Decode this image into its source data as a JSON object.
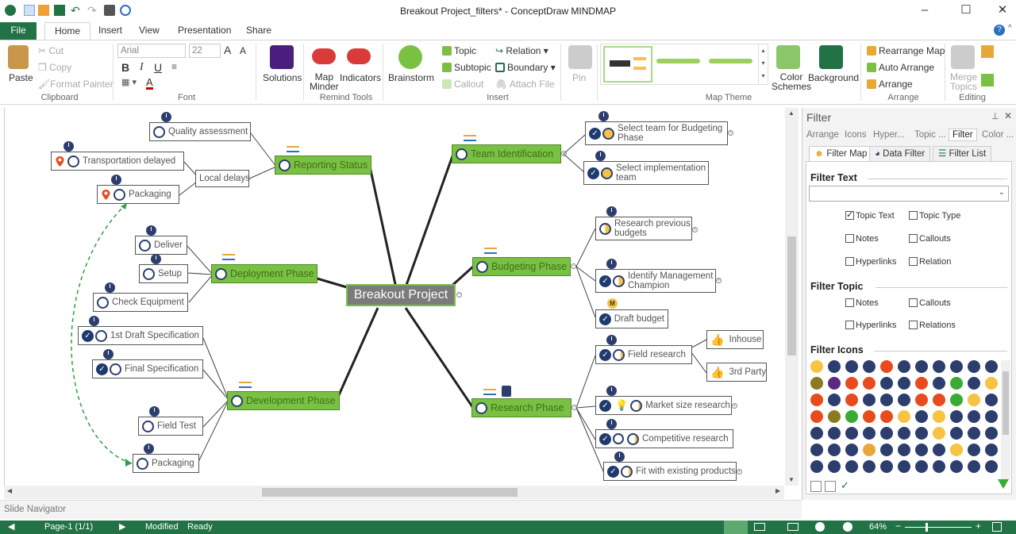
{
  "window": {
    "title": "Breakout Project_filters* - ConceptDraw MINDMAP"
  },
  "tabs": [
    "File",
    "Home",
    "Insert",
    "View",
    "Presentation",
    "Share"
  ],
  "active_tab": "Home",
  "ribbon": {
    "clipboard": {
      "paste": "Paste",
      "cut": "Cut",
      "copy": "Copy",
      "format_painter": "Format Painter",
      "label": "Clipboard"
    },
    "font": {
      "family": "Arial",
      "size": "22",
      "bold": "B",
      "italic": "I",
      "underline": "U",
      "label": "Font"
    },
    "remind": {
      "solutions": "Solutions",
      "map_minder": "Map\nMinder",
      "map_minder_1": "Map",
      "map_minder_2": "Minder",
      "indicators": "Indicators",
      "label": "Remind Tools"
    },
    "insert": {
      "brainstorm": "Brainstorm",
      "topic": "Topic",
      "subtopic": "Subtopic",
      "callout": "Callout",
      "relation": "Relation",
      "boundary": "Boundary",
      "attach_file": "Attach File",
      "label": "Insert"
    },
    "pin": "Pin",
    "map_theme": {
      "label": "Map Theme",
      "color_schemes_1": "Color",
      "color_schemes_2": "Schemes",
      "background": "Background"
    },
    "arrange": {
      "rearrange": "Rearrange Map",
      "auto": "Auto Arrange",
      "arrange": "Arrange",
      "label": "Arrange"
    },
    "editing": {
      "merge_1": "Merge",
      "merge_2": "Topics",
      "label": "Editing"
    }
  },
  "mindmap": {
    "center": "Breakout Project",
    "main_topics": {
      "reporting": "Reporting Status",
      "deployment": "Deployment Phase",
      "development": "Development Phase",
      "team": "Team Identification",
      "budgeting": "Budgeting Phase",
      "research": "Research Phase"
    },
    "subtopics": {
      "quality": "Quality assessment",
      "local_delays": "Local delays",
      "transport": "Transportation delayed",
      "packaging1": "Packaging",
      "deliver": "Deliver",
      "setup": "Setup",
      "check": "Check Equipment",
      "draft_spec": "1st Draft Specification",
      "final_spec": "Final Specification",
      "field_test": "Field Test",
      "packaging2": "Packaging",
      "select_team_1": "Select team for Budgeting",
      "select_team_2": "Phase",
      "select_impl_1": "Select implementation",
      "select_impl_2": "team",
      "research_prev_1": "Research previous",
      "research_prev_2": "budgets",
      "identify_1": "Identify Management",
      "identify_2": "Champion",
      "draft_budget": "Draft budget",
      "field_research": "Field research",
      "inhouse": "Inhouse",
      "third_party": "3rd Party",
      "market": "Market size research",
      "competitive": "Competitive research",
      "fit": "Fit with existing products"
    },
    "m_badge": "M"
  },
  "filter_panel": {
    "title": "Filter",
    "tabs": [
      "Arrange",
      "Icons",
      "Hyper...",
      "Topic ...",
      "Filter",
      "Color ..."
    ],
    "subtabs": [
      "Filter Map",
      "Data Filter",
      "Filter List"
    ],
    "filter_text": "Filter Text",
    "filter_topic": "Filter Topic",
    "filter_icons": "Filter Icons",
    "text_options": [
      {
        "label": "Topic Text",
        "checked": true
      },
      {
        "label": "Topic Type",
        "checked": false
      },
      {
        "label": "Notes",
        "checked": false
      },
      {
        "label": "Callouts",
        "checked": false
      },
      {
        "label": "Hyperlinks",
        "checked": false
      },
      {
        "label": "Relation",
        "checked": false
      }
    ],
    "topic_options": [
      {
        "label": "Notes",
        "checked": false
      },
      {
        "label": "Callouts",
        "checked": false
      },
      {
        "label": "Hyperlinks",
        "checked": false
      },
      {
        "label": "Relations",
        "checked": false
      }
    ]
  },
  "slide_navigator": "Slide Navigator",
  "status": {
    "page": "Page-1 (1/1)",
    "modified": "Modified",
    "ready": "Ready",
    "zoom": "64%"
  }
}
